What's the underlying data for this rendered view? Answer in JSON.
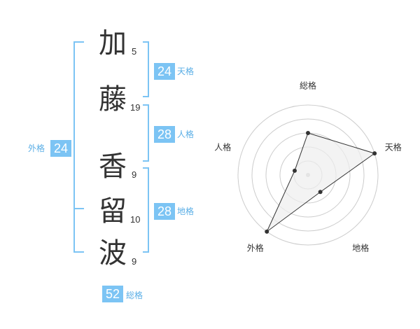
{
  "name": {
    "characters": [
      {
        "char": "加",
        "strokes": "5"
      },
      {
        "char": "藤",
        "strokes": "19"
      },
      {
        "char": "香",
        "strokes": "9"
      },
      {
        "char": "留",
        "strokes": "10"
      },
      {
        "char": "波",
        "strokes": "9"
      }
    ]
  },
  "fortunes": {
    "tenkaku": {
      "value": "24",
      "label": "天格"
    },
    "jinkaku": {
      "value": "28",
      "label": "人格"
    },
    "chikaku": {
      "value": "28",
      "label": "地格"
    },
    "gaikaku": {
      "value": "24",
      "label": "外格"
    },
    "soukaku": {
      "value": "52",
      "label": "総格"
    }
  },
  "chart_data": {
    "type": "radar",
    "axes": [
      "総格",
      "天格",
      "地格",
      "外格",
      "人格"
    ],
    "values": [
      3,
      5,
      1.5,
      5,
      1
    ],
    "rmax": 5,
    "rings": 5,
    "colors": {
      "ring": "#cccccc",
      "fill": "#eeeeee",
      "line": "#333333",
      "point": "#333333"
    }
  },
  "colors": {
    "bracket": "#7cc4f4",
    "badge": "#7cc4f4",
    "badge_label": "#5aaee6"
  }
}
